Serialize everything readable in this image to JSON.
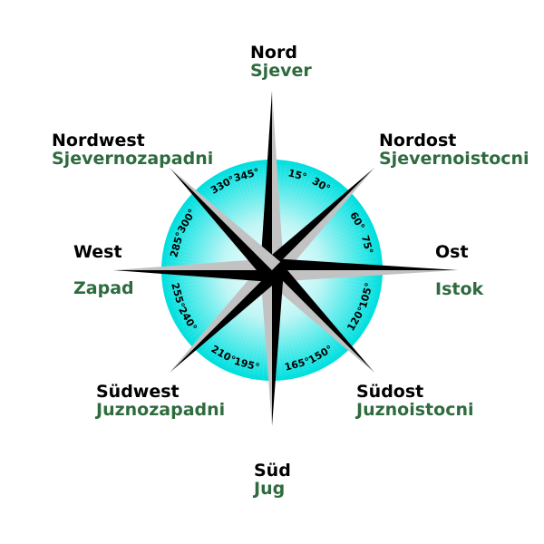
{
  "colors": {
    "ring_outer": "#00e6e6",
    "ring_inner": "#bdf5f5",
    "star_dark": "#000000",
    "star_light": "#c2c2c2",
    "label_german": "#000000",
    "label_croatian": "#2e6b3e"
  },
  "directions": {
    "n": {
      "de": "Nord",
      "hr": "Sjever"
    },
    "ne": {
      "de": "Nordost",
      "hr": "Sjevernoistocni"
    },
    "e": {
      "de": "Ost",
      "hr": "Istok"
    },
    "se": {
      "de": "Südost",
      "hr": "Juznoistocni"
    },
    "s": {
      "de": "Süd",
      "hr": "Jug"
    },
    "sw": {
      "de": "Südwest",
      "hr": "Juznozapadni"
    },
    "w": {
      "de": "West",
      "hr": "Zapad"
    },
    "nw": {
      "de": "Nordwest",
      "hr": "Sjevernozapadni"
    }
  },
  "degree_labels": [
    "15°",
    "30°",
    "60°",
    "75°",
    "105°",
    "120°",
    "150°",
    "165°",
    "195°",
    "210°",
    "240°",
    "255°",
    "285°",
    "300°",
    "330°",
    "345°"
  ]
}
